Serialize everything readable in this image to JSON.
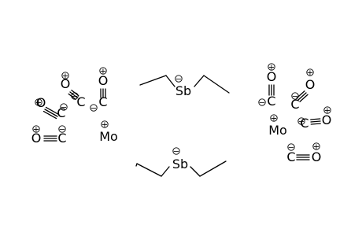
{
  "atoms": {
    "carbon": "C",
    "oxygen": "O",
    "molybdenum": "Mo",
    "antimony": "Sb"
  },
  "charges": {
    "plus": "+",
    "minus": "−"
  },
  "fragments": [
    "Mo(CO)5 — left",
    "Sb(C2H5)2 — top",
    "Sb(C2H5)2 — bottom",
    "Mo(CO)5 — right"
  ]
}
